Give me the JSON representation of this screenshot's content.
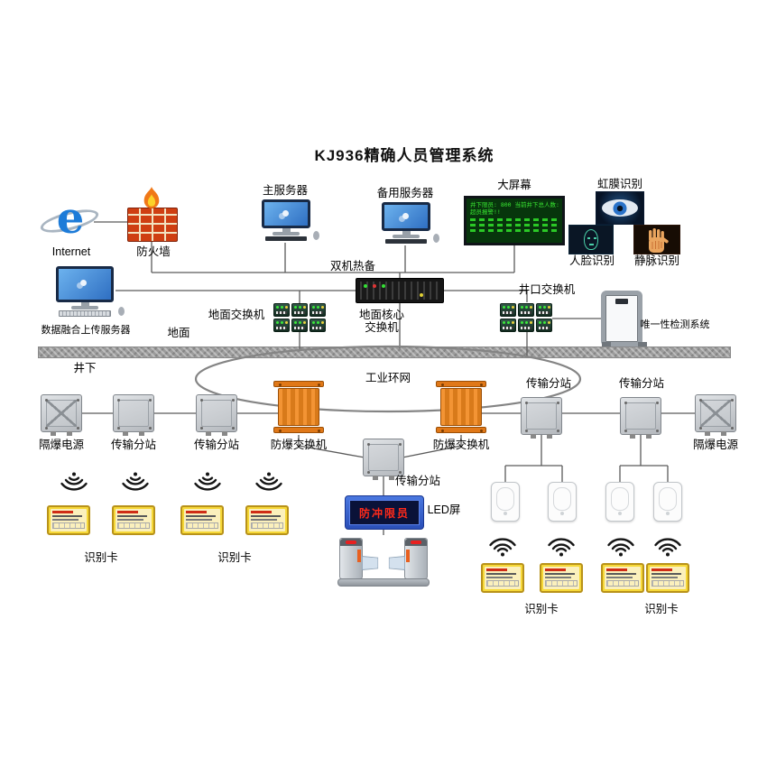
{
  "title": "KJ936精确人员管理系统",
  "colors": {
    "explosionproof_orange": "#ef8c1f",
    "id_card_yellow": "#f6d838",
    "led_text_red": "#ff2a1a",
    "big_screen_green": "#39e832",
    "monitor_screen_blue": "#3f86d8",
    "firewall_brick_red": "#cf3f12",
    "internet_blue": "#1d7bd8"
  },
  "nodes": {
    "internet_glyph": "e",
    "internet": "Internet",
    "firewall": "防火墙",
    "main_server": "主服务器",
    "backup_server": "备用服务器",
    "dual_hot_standby": "双机热备",
    "big_screen": "大屏幕",
    "big_screen_line1": "井下限员: 800  当前井下总人数: 620",
    "big_screen_line2": "超员报警!!",
    "iris_recognition": "虹膜识别",
    "face_recognition": "人脸识别",
    "vein_recognition": "静脉识别",
    "data_fusion_server": "数据融合上传服务器",
    "ground_switch": "地面交换机",
    "core_switch_line1": "地面核心",
    "core_switch_line2": "交换机",
    "wellhead_switch": "井口交换机",
    "uniqueness_detection": "唯一性检测系统",
    "surface": "地面",
    "underground": "井下",
    "industrial_ring": "工业环网",
    "flameproof_power_left": "隔爆电源",
    "flameproof_power_right": "隔爆电源",
    "substation_left_1": "传输分站",
    "substation_left_2": "传输分站",
    "substation_middle": "传输分站",
    "substation_right_1": "传输分站",
    "substation_right_2": "传输分站",
    "explosionproof_switch_left": "防爆交换机",
    "explosionproof_switch_right": "防爆交换机",
    "led_screen": "LED屏",
    "led_screen_text": "防冲限员",
    "id_card_left_1": "识别卡",
    "id_card_left_2": "识别卡",
    "id_card_right_1": "识别卡",
    "id_card_right_2": "识别卡"
  }
}
